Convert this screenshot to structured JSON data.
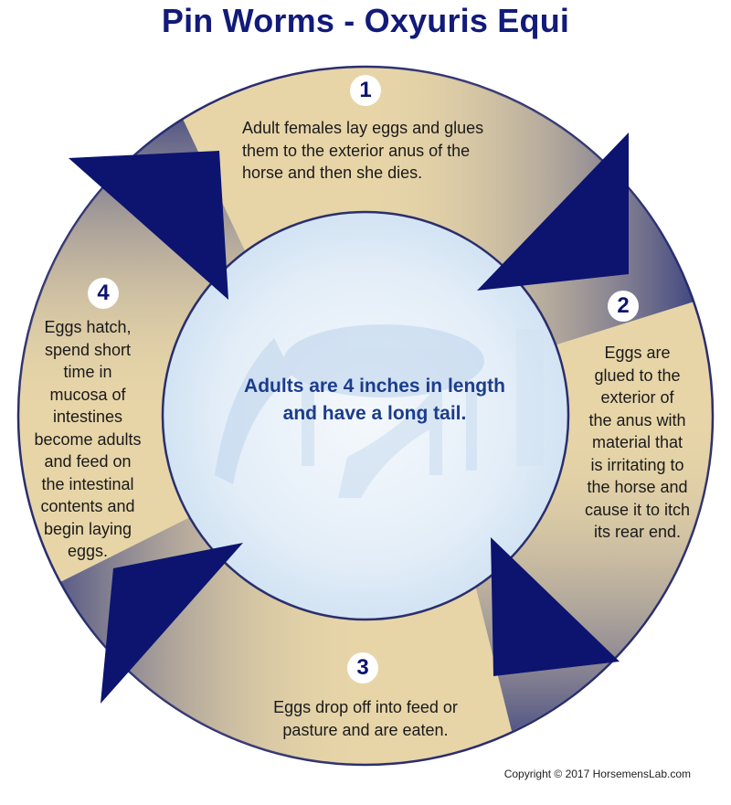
{
  "title": "Pin Worms - Oxyuris Equi",
  "center_text": [
    "Adults are 4 inches in length",
    "and have a long tail."
  ],
  "steps": [
    {
      "number": "1",
      "lines": [
        "Adult females lay eggs and glues",
        "them to the exterior anus of the",
        "horse and then she dies."
      ]
    },
    {
      "number": "2",
      "lines": [
        "Eggs are",
        "glued to the",
        "exterior of",
        "the anus with",
        "material that",
        "is irritating to",
        "the horse and",
        "cause it to itch",
        "its rear end."
      ]
    },
    {
      "number": "3",
      "lines": [
        "Eggs drop off into feed or",
        "pasture and are eaten."
      ]
    },
    {
      "number": "4",
      "lines": [
        "Eggs hatch,",
        "spend short",
        "time in",
        "mucosa of",
        "intestines",
        "become adults",
        "and feed on",
        "the intestinal",
        "contents and",
        "begin laying",
        "eggs."
      ]
    }
  ],
  "copyright": "Copyright © 2017 HorsemensLab.com",
  "colors": {
    "ring": "#e7d5a8",
    "arrow": "#0c1470",
    "ring_border": "#2a2e6e",
    "center": "#e6eff8"
  }
}
